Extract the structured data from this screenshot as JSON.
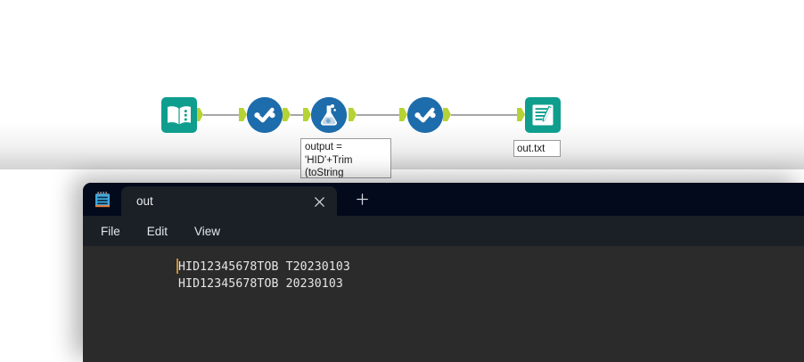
{
  "canvas": {
    "name": "alteryx-workflow-canvas",
    "tools": [
      {
        "id": "input-data",
        "icon": "book-icon",
        "kind": "square-teal"
      },
      {
        "id": "select-1",
        "icon": "select-checkmark-icon",
        "kind": "circle-blue"
      },
      {
        "id": "formula",
        "icon": "flask-icon",
        "kind": "circle-blue"
      },
      {
        "id": "select-2",
        "icon": "select-checkmark-icon",
        "kind": "circle-blue"
      },
      {
        "id": "output-data",
        "icon": "output-document-pencil-icon",
        "kind": "square-teal"
      }
    ],
    "annotations": {
      "formula": "output =\n'HID'+Trim\n(toString",
      "output": "out.txt"
    },
    "colors": {
      "tool_blue": "#1d6cab",
      "tool_teal": "#0f9e8e",
      "connector_green": "#b5d334",
      "connector_line": "#a6a6a6"
    }
  },
  "window": {
    "app_icon": "notepad-icon",
    "tabs": [
      {
        "label": "out",
        "active": true,
        "close_icon": "close-icon"
      }
    ],
    "new_tab_icon": "plus-icon",
    "menu": [
      {
        "label": "File"
      },
      {
        "label": "Edit"
      },
      {
        "label": "View"
      }
    ],
    "editor": {
      "lines": [
        "HID12345678TOB T20230103",
        "HID12345678TOB 20230103"
      ],
      "caret_line": 1,
      "caret_column": 1,
      "caret_color": "#c98a2c",
      "background": "#2b2b2b",
      "text_color": "#e6e6e6"
    },
    "colors": {
      "titlebar": "#020a1c",
      "chrome": "#1b2026",
      "tab_active": "#1b2026"
    }
  }
}
